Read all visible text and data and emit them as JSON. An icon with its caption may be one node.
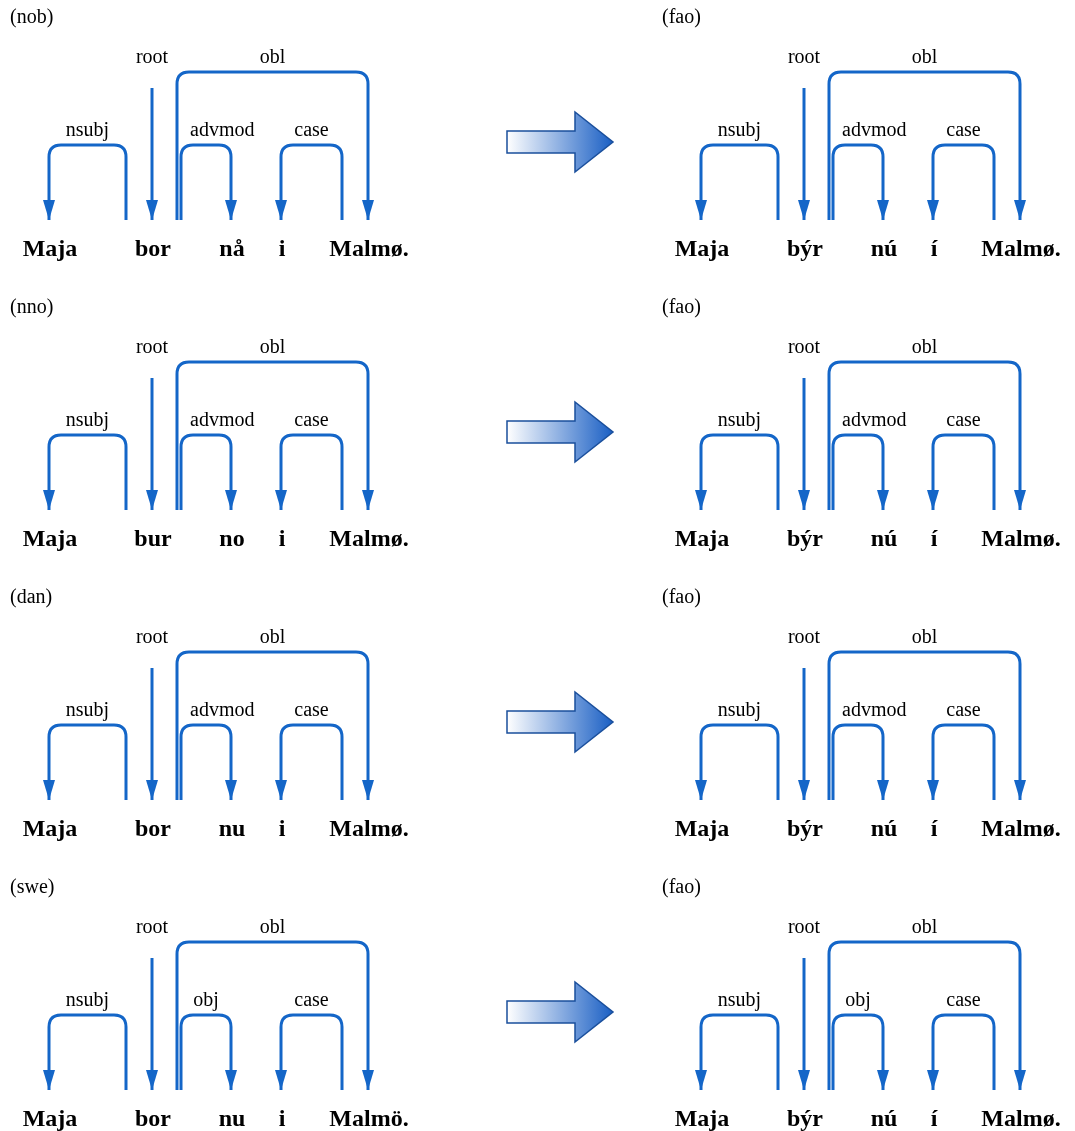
{
  "diagram": {
    "nodes": [
      {
        "text": [
          "Maja"
        ]
      },
      {
        "text": [
          "bor"
        ]
      },
      {
        "text": [
          "nå"
        ]
      },
      {
        "text": [
          "i"
        ]
      },
      {
        "text": [
          "Malmø."
        ]
      },
      {
        "text": [
          "Maja"
        ]
      },
      {
        "text": [
          "býr"
        ]
      },
      {
        "text": [
          "nú"
        ]
      },
      {
        "text": [
          "í"
        ]
      },
      {
        "text": [
          "Malmø."
        ]
      },
      {
        "text": [
          "Maja"
        ]
      },
      {
        "text": [
          "bur"
        ]
      },
      {
        "text": [
          "no"
        ]
      },
      {
        "text": [
          "i"
        ]
      },
      {
        "text": [
          "Malmø."
        ]
      },
      {
        "text": [
          "Maja"
        ]
      },
      {
        "text": [
          "býr"
        ]
      },
      {
        "text": [
          "nú"
        ]
      },
      {
        "text": [
          "í"
        ]
      },
      {
        "text": [
          "Malmø."
        ]
      },
      {
        "text": [
          "Maja"
        ]
      },
      {
        "text": [
          "bor"
        ]
      },
      {
        "text": [
          "nu"
        ]
      },
      {
        "text": [
          "i"
        ]
      },
      {
        "text": [
          "Malmø."
        ]
      },
      {
        "text": [
          "Maja"
        ]
      },
      {
        "text": [
          "býr"
        ]
      },
      {
        "text": [
          "nú"
        ]
      },
      {
        "text": [
          "í"
        ]
      },
      {
        "text": [
          "Malmø."
        ]
      },
      {
        "text": [
          "Maja"
        ]
      },
      {
        "text": [
          "bor"
        ]
      },
      {
        "text": [
          "nu"
        ]
      },
      {
        "text": [
          "i"
        ]
      },
      {
        "text": [
          "Malmö."
        ]
      },
      {
        "text": [
          "Maja"
        ]
      },
      {
        "text": [
          "býr"
        ]
      },
      {
        "text": [
          "nú"
        ]
      },
      {
        "text": [
          "í"
        ]
      },
      {
        "text": [
          "Malmø."
        ]
      }
    ],
    "edges": [
      {
        "from": 1,
        "to": 0,
        "label": "nsubj",
        "arrow": "to"
      },
      {
        "from": null,
        "to": 1,
        "label": "root",
        "arrow": "to"
      },
      {
        "from": 1,
        "to": 4,
        "label": "obl",
        "arrow": "to"
      },
      {
        "from": 1,
        "to": 2,
        "label": "advmod",
        "arrow": "to"
      },
      {
        "from": 4,
        "to": 3,
        "label": "case",
        "arrow": "to"
      },
      {
        "from": 6,
        "to": 5,
        "label": "nsubj",
        "arrow": "to"
      },
      {
        "from": null,
        "to": 6,
        "label": "root",
        "arrow": "to"
      },
      {
        "from": 6,
        "to": 9,
        "label": "obl",
        "arrow": "to"
      },
      {
        "from": 6,
        "to": 7,
        "label": "advmod",
        "arrow": "to"
      },
      {
        "from": 9,
        "to": 8,
        "label": "case",
        "arrow": "to"
      },
      {
        "from": 11,
        "to": 10,
        "label": "nsubj",
        "arrow": "to"
      },
      {
        "from": null,
        "to": 11,
        "label": "root",
        "arrow": "to"
      },
      {
        "from": 11,
        "to": 14,
        "label": "obl",
        "arrow": "to"
      },
      {
        "from": 11,
        "to": 12,
        "label": "advmod",
        "arrow": "to"
      },
      {
        "from": 14,
        "to": 13,
        "label": "case",
        "arrow": "to"
      },
      {
        "from": 16,
        "to": 15,
        "label": "nsubj",
        "arrow": "to"
      },
      {
        "from": null,
        "to": 16,
        "label": "root",
        "arrow": "to"
      },
      {
        "from": 16,
        "to": 19,
        "label": "obl",
        "arrow": "to"
      },
      {
        "from": 16,
        "to": 17,
        "label": "advmod",
        "arrow": "to"
      },
      {
        "from": 19,
        "to": 18,
        "label": "case",
        "arrow": "to"
      },
      {
        "from": 21,
        "to": 20,
        "label": "nsubj",
        "arrow": "to"
      },
      {
        "from": null,
        "to": 21,
        "label": "root",
        "arrow": "to"
      },
      {
        "from": 21,
        "to": 24,
        "label": "obl",
        "arrow": "to"
      },
      {
        "from": 21,
        "to": 22,
        "label": "advmod",
        "arrow": "to"
      },
      {
        "from": 24,
        "to": 23,
        "label": "case",
        "arrow": "to"
      },
      {
        "from": 26,
        "to": 25,
        "label": "nsubj",
        "arrow": "to"
      },
      {
        "from": null,
        "to": 26,
        "label": "root",
        "arrow": "to"
      },
      {
        "from": 26,
        "to": 29,
        "label": "obl",
        "arrow": "to"
      },
      {
        "from": 26,
        "to": 27,
        "label": "advmod",
        "arrow": "to"
      },
      {
        "from": 29,
        "to": 28,
        "label": "case",
        "arrow": "to"
      },
      {
        "from": 31,
        "to": 30,
        "label": "nsubj",
        "arrow": "to"
      },
      {
        "from": null,
        "to": 31,
        "label": "root",
        "arrow": "to"
      },
      {
        "from": 31,
        "to": 34,
        "label": "obl",
        "arrow": "to"
      },
      {
        "from": 31,
        "to": 32,
        "label": "obj",
        "arrow": "to"
      },
      {
        "from": 34,
        "to": 33,
        "label": "case",
        "arrow": "to"
      },
      {
        "from": 36,
        "to": 35,
        "label": "nsubj",
        "arrow": "to"
      },
      {
        "from": null,
        "to": 36,
        "label": "root",
        "arrow": "to"
      },
      {
        "from": 36,
        "to": 39,
        "label": "obl",
        "arrow": "to"
      },
      {
        "from": 36,
        "to": 37,
        "label": "obj",
        "arrow": "to"
      },
      {
        "from": 39,
        "to": 38,
        "label": "case",
        "arrow": "to"
      }
    ],
    "labels": [
      "(nob)",
      "(fao)",
      "(nno)",
      "(fao)",
      "(dan)",
      "(fao)",
      "(swe)",
      "(fao)"
    ]
  }
}
